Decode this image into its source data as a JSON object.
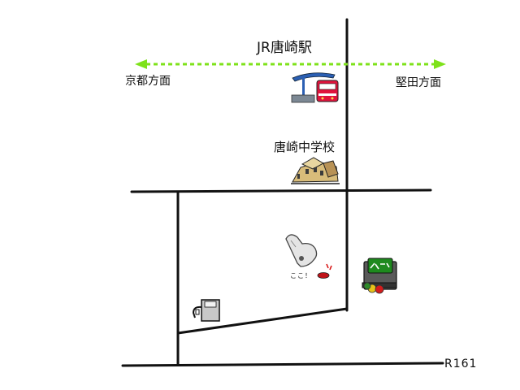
{
  "station": {
    "name": "JR唐崎駅"
  },
  "directions": {
    "left": "京都方面",
    "right": "堅田方面"
  },
  "landmarks": {
    "school": "唐崎中学校",
    "supermarket_sign": "スーパー",
    "here_marker": "ここ！"
  },
  "roads": {
    "route_label": "R161"
  },
  "colors": {
    "rail_line": "#7ee21a",
    "road": "#111111",
    "train_body": "#e0143c",
    "sign_green": "#1e8a1e",
    "marker_red": "#d81818"
  },
  "icons": [
    "train-icon",
    "school-icon",
    "pointing-hand-icon",
    "supermarket-icon",
    "gas-station-icon",
    "arrow-left-icon",
    "arrow-right-icon"
  ]
}
